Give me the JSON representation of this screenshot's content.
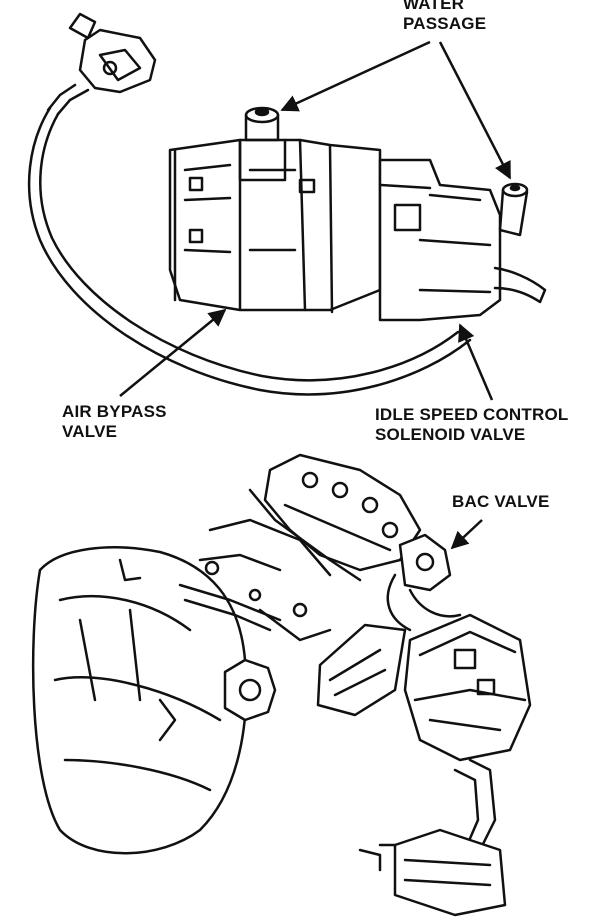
{
  "labels": {
    "water_passage": [
      "WATER",
      "PASSAGE"
    ],
    "air_bypass_valve": [
      "AIR BYPASS",
      "VALVE"
    ],
    "idle_speed_control": [
      "IDLE SPEED CONTROL",
      "SOLENOID VALVE"
    ],
    "bac_valve": "BAC VALVE"
  },
  "colors": {
    "ink": "#111111",
    "paper": "#ffffff"
  }
}
